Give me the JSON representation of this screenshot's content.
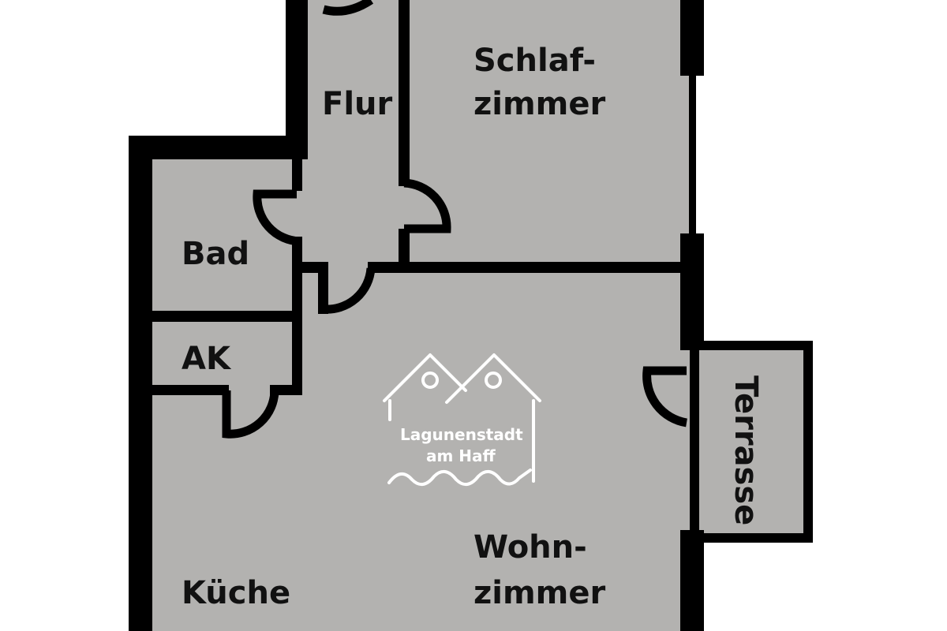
{
  "colors": {
    "wall": "#000000",
    "floor": "#b3b2b0",
    "background": "#ffffff",
    "label": "#111111",
    "logo": "#ffffff"
  },
  "rooms": {
    "flur": {
      "label": "Flur"
    },
    "schlafzimmer": {
      "line1": "Schlaf-",
      "line2": "zimmer"
    },
    "bad": {
      "label": "Bad"
    },
    "ak": {
      "label": "AK"
    },
    "kueche": {
      "label": "Küche"
    },
    "wohnzimmer": {
      "line1": "Wohn-",
      "line2": "zimmer"
    },
    "terrasse": {
      "label": "Terrasse"
    }
  },
  "logo": {
    "line1": "Lagunenstadt",
    "line2": "am Haff",
    "icon": "twin-houses-waves-icon"
  }
}
